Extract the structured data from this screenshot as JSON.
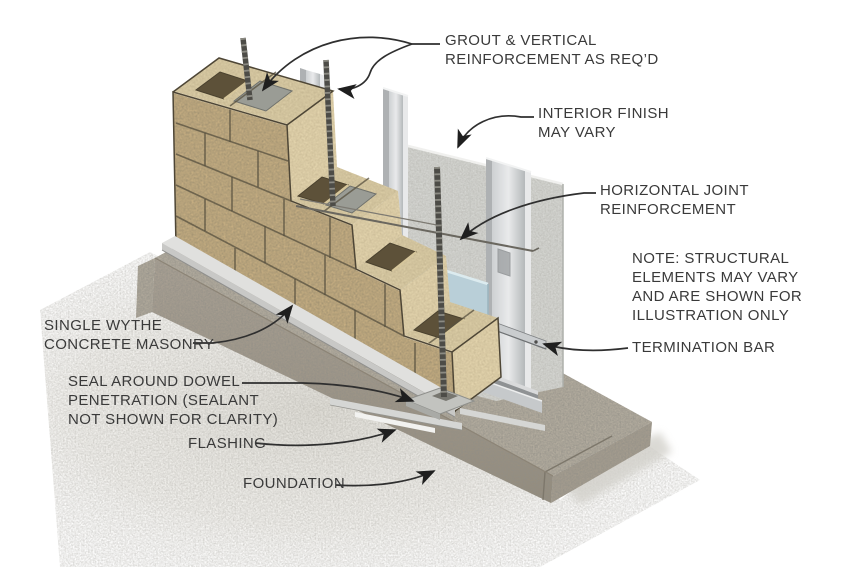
{
  "figure": {
    "kind": "construction-detail-illustration",
    "subject": "single wythe concrete masonry wall section",
    "labels": {
      "grout": "GROUT & VERTICAL\nREINFORCEMENT AS REQ’D",
      "interior_finish": "INTERIOR FINISH\nMAY VARY",
      "horizontal_joint": "HORIZONTAL JOINT\nREINFORCEMENT",
      "note": "NOTE: STRUCTURAL\nELEMENTS MAY VARY\nAND ARE SHOWN FOR\nILLUSTRATION ONLY",
      "termination_bar": "TERMINATION BAR",
      "single_wythe": "SINGLE WYTHE\nCONCRETE MASONRY",
      "seal_dowel": "SEAL AROUND DOWEL\nPENETRATION (SEALANT\nNOT SHOWN FOR CLARITY)",
      "flashing": "FLASHING",
      "foundation": "FOUNDATION"
    }
  },
  "colors": {
    "cmu-face": "#c6ae82",
    "cmu-end": "#e4d5ae",
    "cmu-top": "#dbcda6",
    "grout-fill": "#9a9c95",
    "cell-dark": "#5d5139",
    "steel-light": "#e8e9ea",
    "steel-mid": "#c2c6c8",
    "steel-dark": "#9a9ea0",
    "panel": "#d5d6d2",
    "insulation": "#b9cfd8",
    "foundation-top": "#b4ad9f",
    "foundation-front": "#a39b8c",
    "ground": "#e2e0da",
    "rebar": "#4d4c47",
    "line": "#2f2f2f",
    "text": "#3a3a3a"
  }
}
